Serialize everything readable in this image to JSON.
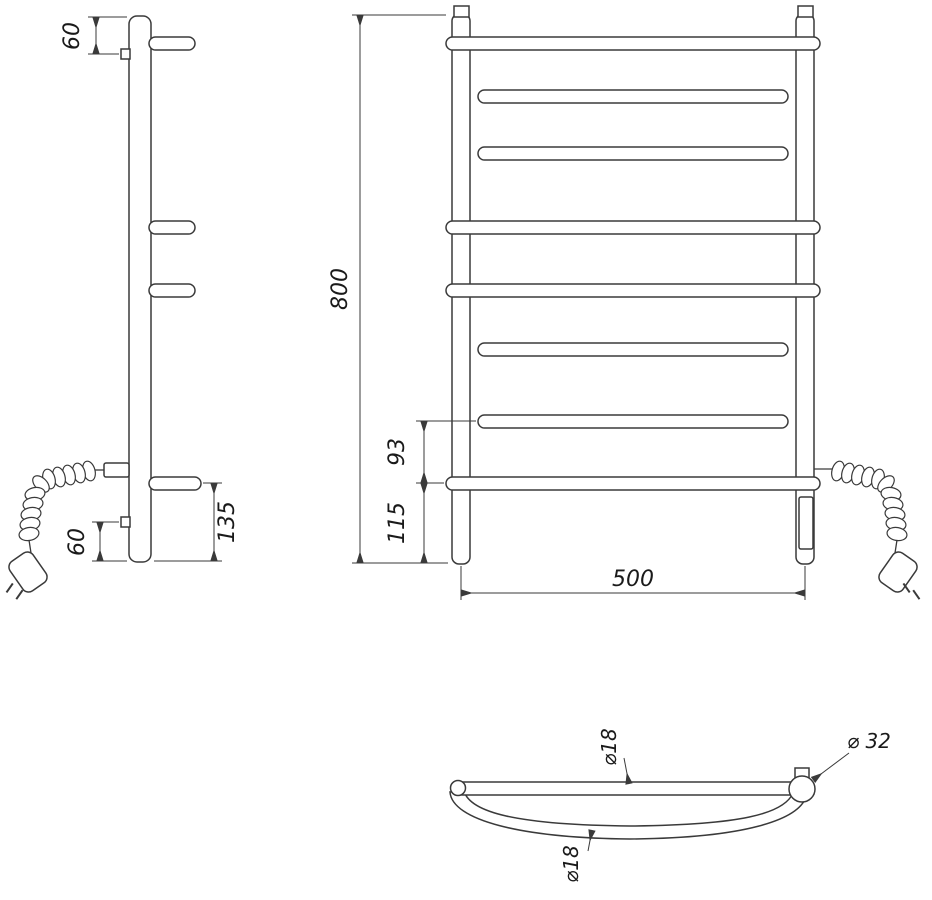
{
  "drawing": {
    "colors": {
      "background": "#ffffff",
      "line": "#3a3a3a",
      "text": "#1a1a1a"
    },
    "views": {
      "side": {
        "dim_top_offset": "60",
        "dim_bottom_offset": "60",
        "dim_bottom_section": "135"
      },
      "front": {
        "dim_height": "800",
        "dim_width": "500",
        "dim_rung_gap": "93",
        "dim_bottom_gap": "115"
      },
      "top": {
        "dim_tube_top": "⌀18",
        "dim_tube_curve": "⌀18",
        "dim_collector": "⌀ 32"
      }
    }
  }
}
